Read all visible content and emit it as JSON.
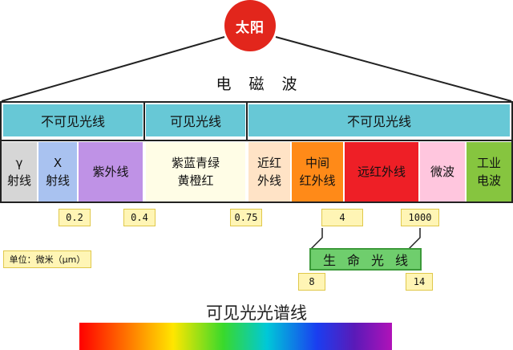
{
  "sun": {
    "label": "太阳"
  },
  "em_title": "电磁波",
  "header": {
    "invisible_left": "不可见光线",
    "visible": "可见光线",
    "invisible_right": "不可见光线"
  },
  "bands": [
    {
      "id": "gamma",
      "label": "γ\n射线",
      "color": "#d6d6d6"
    },
    {
      "id": "xray",
      "label": "X\n射线",
      "color": "#a9c2f0"
    },
    {
      "id": "uv",
      "label": "紫外线",
      "color": "#bf92e6"
    },
    {
      "id": "visible",
      "label": "紫蓝青绿\n黄橙红",
      "color": "#fffde6"
    },
    {
      "id": "near_ir",
      "label": "近红\n外线",
      "color": "#ffe3c6"
    },
    {
      "id": "mid_ir",
      "label": "中间\n红外线",
      "color": "#ff8a18"
    },
    {
      "id": "far_ir",
      "label": "远红外线",
      "color": "#ee1f26"
    },
    {
      "id": "microwave",
      "label": "微波",
      "color": "#ffc6de"
    },
    {
      "id": "radio",
      "label": "工业\n电波",
      "color": "#86c53f"
    }
  ],
  "ticks": [
    "0.2",
    "0.4",
    "0.75",
    "4",
    "1000"
  ],
  "unit": "单位：微米（μm）",
  "life_light": {
    "label": "生命光线",
    "range_start": "8",
    "range_end": "14"
  },
  "spectrum_title": "可见光光谱线"
}
